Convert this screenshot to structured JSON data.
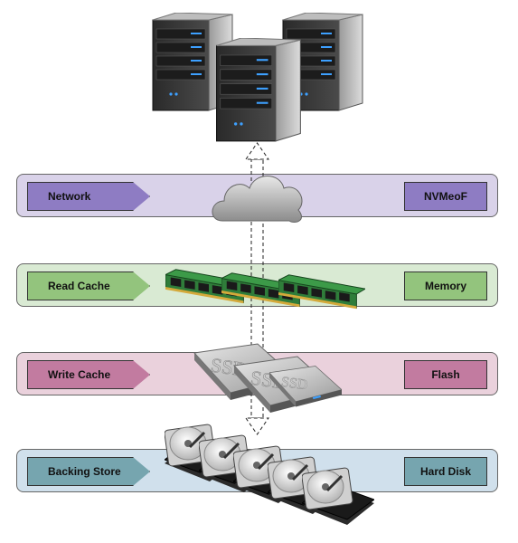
{
  "layers": [
    {
      "label": "Network",
      "tech": "NVMeoF",
      "bg": "#d9d2e9",
      "accent": "#8e7cc3"
    },
    {
      "label": "Read Cache",
      "tech": "Memory",
      "bg": "#d9ead3",
      "accent": "#93c47d"
    },
    {
      "label": "Write Cache",
      "tech": "Flash",
      "bg": "#ead1dc",
      "accent": "#c27ba0"
    },
    {
      "label": "Backing Store",
      "tech": "Hard Disk",
      "bg": "#d0e0ec",
      "accent": "#76a5af"
    }
  ],
  "icons": {
    "servers": "server-rack-icon",
    "cloud": "cloud-icon",
    "memory": "ram-module-icon",
    "flash": "ssd-icon",
    "disk": "hard-disk-icon"
  }
}
